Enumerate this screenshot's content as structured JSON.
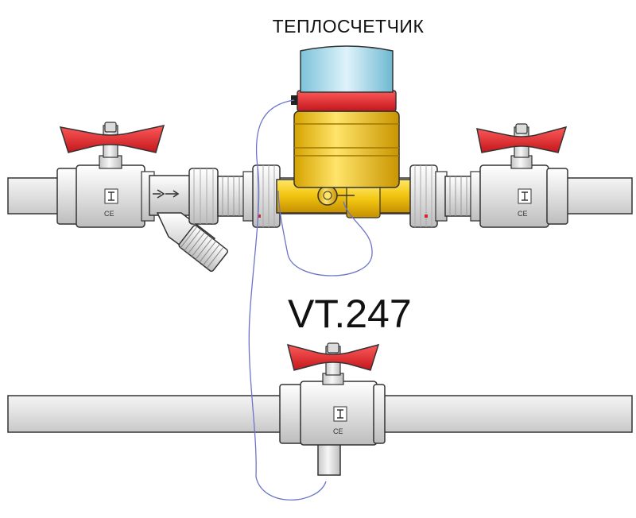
{
  "labels": {
    "meter": "ТЕПЛОСЧЕТЧИК",
    "model": "VT.247"
  },
  "marks": {
    "ce": "CE"
  },
  "colors": {
    "handle": "#e8252a",
    "brass": "#f1c40f",
    "meter_cap": "#8fd2e6",
    "meter_band": "#d9252c",
    "pipe": "#e2e2e2",
    "fitting": "#ebebeb",
    "wire": "#6b74c9",
    "outline": "#333333"
  },
  "components": [
    {
      "name": "supply-ball-valve-left",
      "icon": "ball-valve-icon"
    },
    {
      "name": "y-strainer",
      "icon": "strainer-icon"
    },
    {
      "name": "heat-meter",
      "icon": "heat-meter-icon"
    },
    {
      "name": "supply-ball-valve-right",
      "icon": "ball-valve-icon"
    },
    {
      "name": "return-ball-valve-with-sensor-port",
      "icon": "ball-valve-icon"
    },
    {
      "name": "temperature-sensor-cable",
      "icon": "cable-icon"
    }
  ]
}
